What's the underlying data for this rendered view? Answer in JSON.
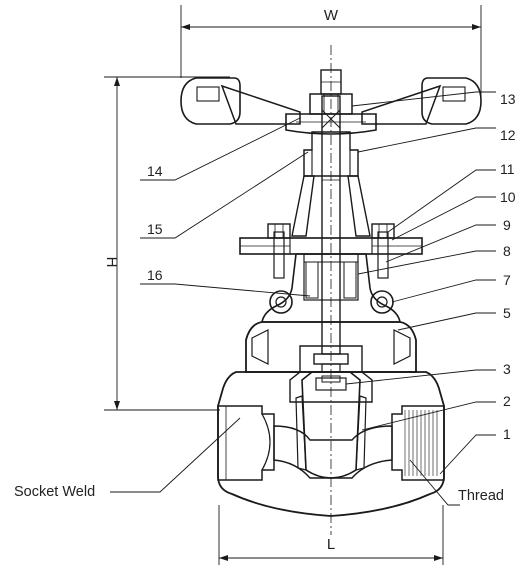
{
  "dimensions": {
    "width": "W",
    "height": "H",
    "length": "L"
  },
  "callouts": {
    "n1": "1",
    "n2": "2",
    "n3": "3",
    "n5": "5",
    "n7": "7",
    "n8": "8",
    "n9": "9",
    "n10": "10",
    "n11": "11",
    "n12": "12",
    "n13": "13",
    "n14": "14",
    "n15": "15",
    "n16": "16"
  },
  "end_types": {
    "socket_weld": "Socket Weld",
    "thread": "Thread"
  },
  "colors": {
    "line": "#1a1a1a",
    "hatch": "#6a6a6a",
    "background": "#ffffff",
    "text": "#222222"
  }
}
